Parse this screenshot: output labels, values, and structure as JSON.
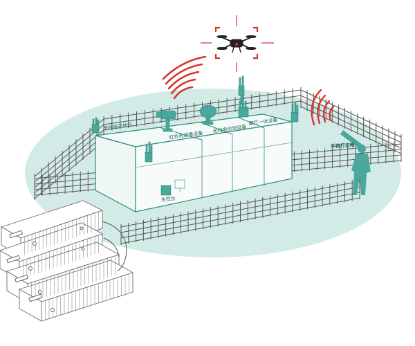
{
  "colors": {
    "ground": "#d3ebe6",
    "teal": "#4aa79b",
    "teal_dark": "#2f8a7e",
    "signal_red": "#d9322c",
    "fence": "#555555",
    "module_line": "#6a6a6a"
  },
  "icons": {
    "drone_target": "drone-icon",
    "radio_waves": "signal-wave-icon",
    "person": "operator-silhouette-icon",
    "rf_module": "rf-amplifier-module-icon"
  },
  "labels": {
    "jammer": "无线电干扰仪",
    "thermal": "红外热成像设备",
    "rf_detect": "无线电侦测设备",
    "detect_strike": "察打一体设备",
    "handheld": "手持打击枪",
    "control": "主控台"
  }
}
